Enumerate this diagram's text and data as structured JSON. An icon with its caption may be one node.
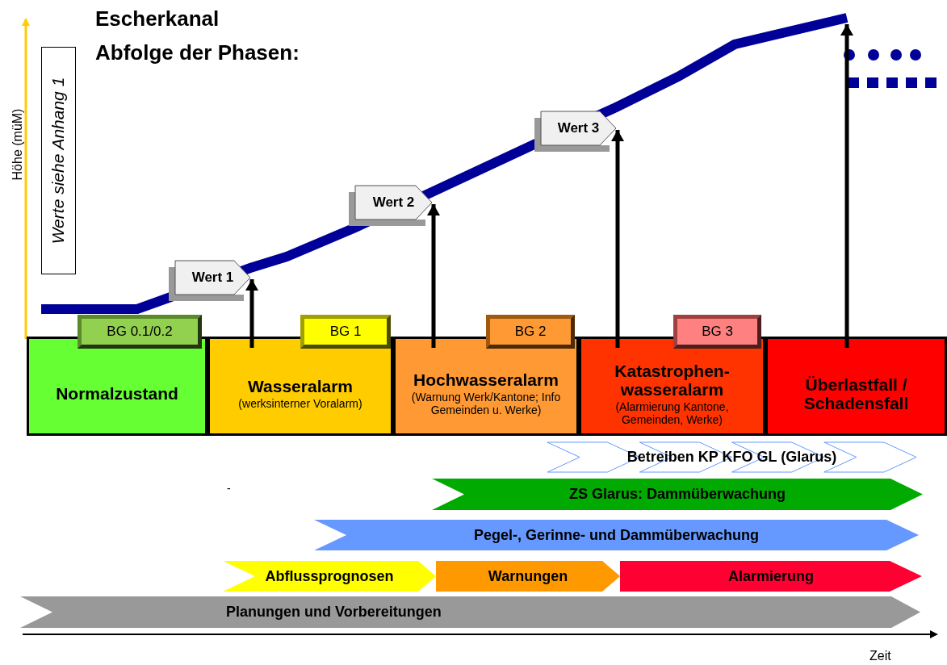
{
  "diagram": {
    "title": "Escherkanal",
    "nodes": [
      {
        "text": [
          "Werte siehe Anhang 1"
        ]
      },
      {
        "text": [
          "Wert 1"
        ]
      },
      {
        "text": [
          "Wert 2"
        ]
      },
      {
        "text": [
          "Wert 3"
        ]
      },
      {
        "text": [
          "BG 0.1/0.2"
        ]
      },
      {
        "text": [
          "BG 1"
        ]
      },
      {
        "text": [
          "BG 2"
        ]
      },
      {
        "text": [
          "BG 3"
        ]
      },
      {
        "text": [
          "Normalzustand"
        ]
      },
      {
        "text": [
          "Wasseralarm",
          "(werksinterner Voralarm)"
        ]
      },
      {
        "text": [
          "Hochwasseralarm",
          "(Warnung Werk/Kantone; Info Gemeinden u. Werke)"
        ]
      },
      {
        "text": [
          "Katastrophen- wasseralarm",
          "(Alarmierung Kantone, Gemeinden, Werke)"
        ]
      },
      {
        "text": [
          "Überlastfall / Schadensfall"
        ]
      },
      {
        "text": [
          "Betreiben KP KFO GL  (Glarus)"
        ]
      },
      {
        "text": [
          "ZS Glarus: Dammüberwachung"
        ]
      },
      {
        "text": [
          "Pegel-, Gerinne- und Dammüberwachung"
        ]
      },
      {
        "text": [
          "Abflussprognosen"
        ]
      },
      {
        "text": [
          "Warnungen"
        ]
      },
      {
        "text": [
          "Alarmierung"
        ]
      },
      {
        "text": [
          "Planungen und Vorbereitungen"
        ]
      }
    ],
    "edges": [
      {
        "from": 9,
        "to": 1,
        "arrow": "to"
      },
      {
        "from": 10,
        "to": 2,
        "arrow": "to"
      },
      {
        "from": 11,
        "to": 3,
        "arrow": "to"
      },
      {
        "from": 12,
        "to": null,
        "arrow": "to"
      }
    ],
    "labels": [
      "Abfolge der Phasen:",
      "Höhe (müM)",
      "-",
      "Zeit"
    ]
  }
}
